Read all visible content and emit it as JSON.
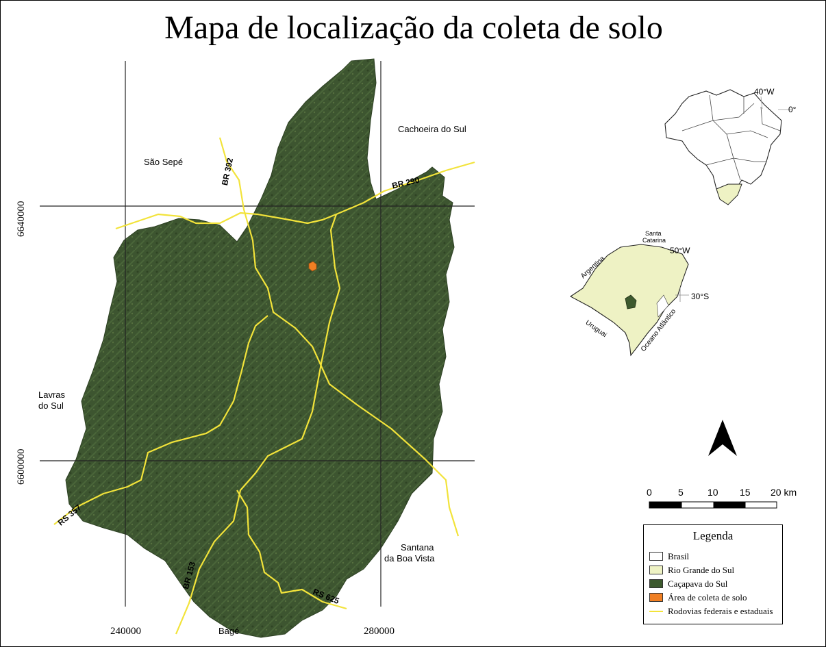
{
  "title": "Mapa de localização da coleta de solo",
  "grid_labels": {
    "x": [
      "240000",
      "280000"
    ],
    "y": [
      "6640000",
      "6600000"
    ]
  },
  "places": {
    "sao_sepe": "São Sepé",
    "cachoeira": "Cachoeira do Sul",
    "lavras_1": "Lavras",
    "lavras_2": "do Sul",
    "santana_1": "Santana",
    "santana_2": "da Boa Vista",
    "bage": "Bagé"
  },
  "roads": {
    "br290": "BR 290",
    "br392": "BR 392",
    "rs357": "RS 357",
    "br153": "BR 153",
    "rs625": "RS 625"
  },
  "inset_brazil": {
    "lon_label": "40°W",
    "lat_label": "0°"
  },
  "inset_rs": {
    "santa_catarina_1": "Santa",
    "santa_catarina_2": "Catarina",
    "lon_label": "50°W",
    "lat_label": "30°S",
    "argentina": "Argentina",
    "uruguai": "Uruguai",
    "oceano": "Oceano Atlântico"
  },
  "scale_bar": {
    "ticks": [
      "0",
      "5",
      "10",
      "15",
      "20 km"
    ]
  },
  "legend": {
    "title": "Legenda",
    "items": [
      {
        "label": "Brasil",
        "color": "#ffffff"
      },
      {
        "label": "Rio Grande do Sul",
        "color": "#eef2c4"
      },
      {
        "label": "Caçapava do Sul",
        "color": "#3d5a2e"
      },
      {
        "label": "Área de coleta de solo",
        "color": "#f07f23"
      },
      {
        "label": "Rodovias federais e estaduais",
        "color": "#f2e33a"
      }
    ]
  },
  "colors": {
    "municipality": "#3d5530",
    "road": "#f2e33a",
    "sample": "#f07f23",
    "rs_fill": "#eef2c4"
  }
}
